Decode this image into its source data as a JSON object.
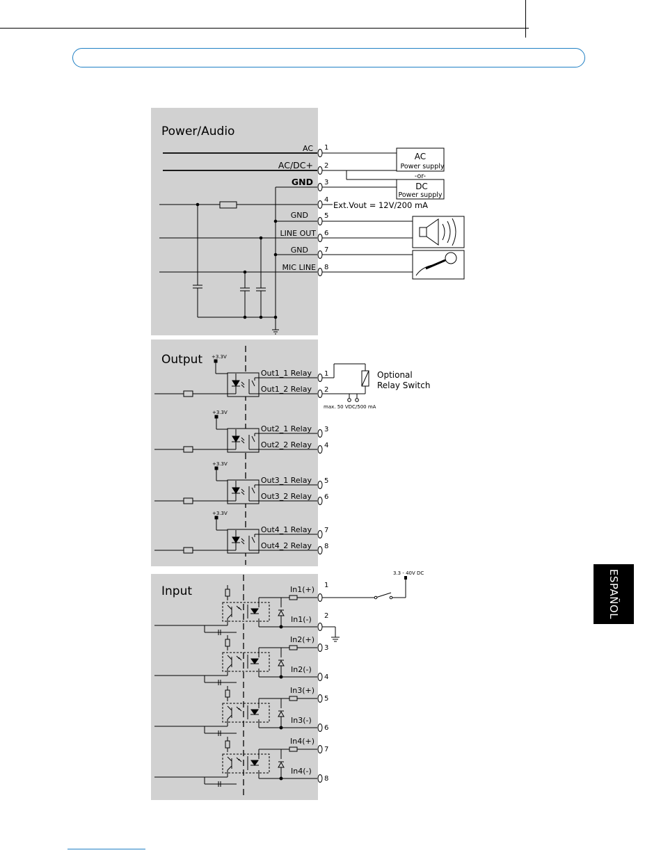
{
  "page": {
    "language_tab": "ESPAÑOL"
  },
  "power_audio": {
    "title": "Power/Audio",
    "signals": [
      "AC",
      "AC/DC+",
      "GND",
      "",
      "GND",
      "LINE OUT",
      "GND",
      "MIC LINE"
    ],
    "pins": [
      "1",
      "2",
      "3",
      "4",
      "5",
      "6",
      "7",
      "8"
    ],
    "ext_vout": "Ext.Vout = 12V/200 mA",
    "ac_box": {
      "title": "AC",
      "sub": "Power supply"
    },
    "or_label": "-or-",
    "dc_box": {
      "title": "DC",
      "sub": "Power supply"
    }
  },
  "output": {
    "title": "Output",
    "supply_label": "+3.3V",
    "relays": [
      {
        "a": "Out1_1 Relay",
        "b": "Out1_2 Relay",
        "pa": "1",
        "pb": "2"
      },
      {
        "a": "Out2_1 Relay",
        "b": "Out2_2 Relay",
        "pa": "3",
        "pb": "4"
      },
      {
        "a": "Out3_1 Relay",
        "b": "Out3_2 Relay",
        "pa": "5",
        "pb": "6"
      },
      {
        "a": "Out4_1 Relay",
        "b": "Out4_2 Relay",
        "pa": "7",
        "pb": "8"
      }
    ],
    "optional_line1": "Optional",
    "optional_line2": "Relay Switch",
    "max_rating": "max. 50 VDC/500 mA"
  },
  "input": {
    "title": "Input",
    "channels": [
      {
        "pos": "In1(+)",
        "neg": "In1(-)",
        "pp": "1",
        "pn": "2"
      },
      {
        "pos": "In2(+)",
        "neg": "In2(-)",
        "pp": "3",
        "pn": "4"
      },
      {
        "pos": "In3(+)",
        "neg": "In3(-)",
        "pp": "5",
        "pn": "6"
      },
      {
        "pos": "In4(+)",
        "neg": "In4(-)",
        "pp": "7",
        "pn": "8"
      }
    ],
    "dc_range": "3.3 - 40V DC"
  }
}
